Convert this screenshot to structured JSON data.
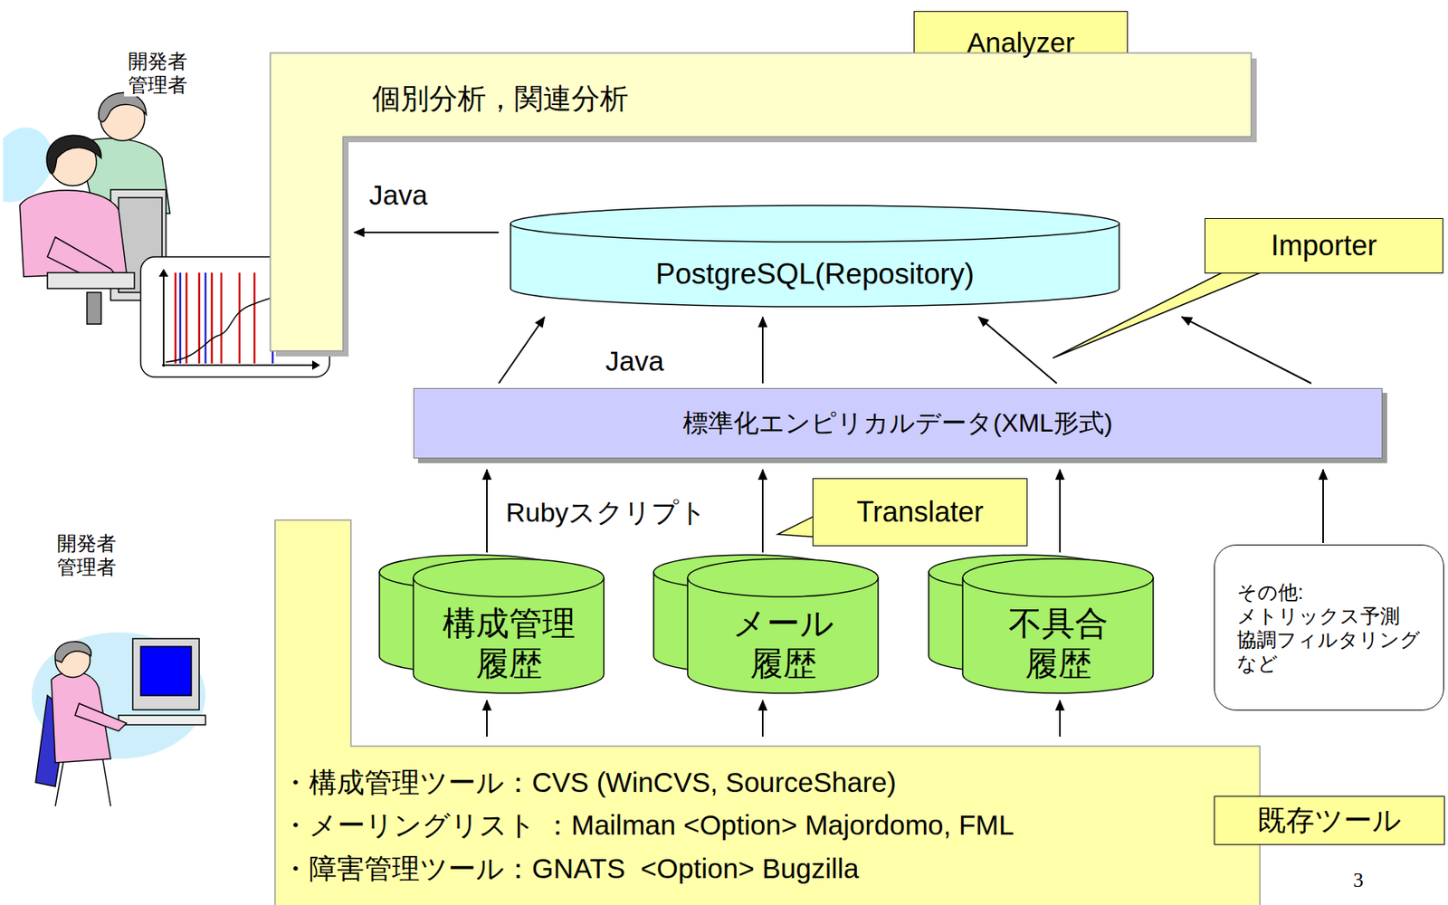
{
  "diagram": {
    "nodes": [
      {
        "text": [
          "Analyzer"
        ]
      },
      {
        "text": [
          "個別分析，関連分析"
        ]
      },
      {
        "text": [
          "PostgreSQL(Repository)"
        ]
      },
      {
        "text": [
          "Importer"
        ]
      },
      {
        "text": [
          "標準化エンピリカルデータ(XML形式)"
        ]
      },
      {
        "text": [
          "Translater"
        ]
      },
      {
        "text": [
          "構成管理 履歴"
        ]
      },
      {
        "text": [
          "メール 履歴"
        ]
      },
      {
        "text": [
          "不具合 履歴"
        ]
      },
      {
        "text": [
          "その他: メトリックス予測 協調フィルタリング など"
        ]
      },
      {
        "text": [
          "・構成管理ツール：CVS (WinCVS, SourceShare)",
          "・メーリングリスト ：Mailman <Option> Majordomo, FML",
          "・障害管理ツール：GNATS  <Option> Bugzilla"
        ]
      },
      {
        "text": [
          "既存ツール"
        ]
      }
    ],
    "edges": [
      {
        "from": 2,
        "to": 1,
        "arrow": "to"
      },
      {
        "from": 4,
        "to": 2,
        "arrow": "to"
      },
      {
        "from": 4,
        "to": 2,
        "arrow": "to"
      },
      {
        "from": 4,
        "to": 2,
        "arrow": "to"
      },
      {
        "from": 4,
        "to": 2,
        "arrow": "to"
      },
      {
        "from": 6,
        "to": 4,
        "arrow": "to"
      },
      {
        "from": 7,
        "to": 4,
        "arrow": "to"
      },
      {
        "from": 8,
        "to": 4,
        "arrow": "to"
      },
      {
        "from": 9,
        "to": 4,
        "arrow": "to"
      },
      {
        "from": 10,
        "to": 6,
        "arrow": "to"
      },
      {
        "from": 10,
        "to": 7,
        "arrow": "to"
      },
      {
        "from": 10,
        "to": 8,
        "arrow": "to"
      }
    ],
    "labels": [
      "開発者 管理者",
      "Java",
      "Java",
      "Rubyスクリプト",
      "開発者 管理者",
      "3"
    ]
  }
}
